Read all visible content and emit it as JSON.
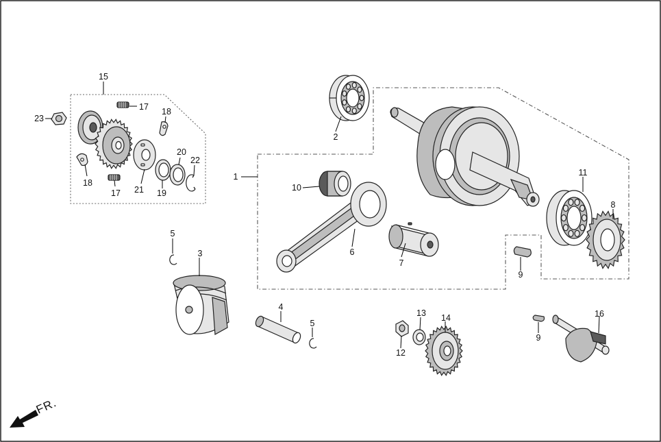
{
  "callouts": {
    "c1": "1",
    "c2": "2",
    "c3": "3",
    "c4": "4",
    "c5a": "5",
    "c5b": "5",
    "c6": "6",
    "c7": "7",
    "c8": "8",
    "c9a": "9",
    "c9b": "9",
    "c10": "10",
    "c11": "11",
    "c12": "12",
    "c13": "13",
    "c14": "14",
    "c15": "15",
    "c16": "16",
    "c17a": "17",
    "c17b": "17",
    "c18a": "18",
    "c18b": "18",
    "c19": "19",
    "c20": "20",
    "c21": "21",
    "c22": "22",
    "c23": "23"
  },
  "direction": {
    "label": "FR.",
    "icon": "front-direction-arrow-icon"
  }
}
